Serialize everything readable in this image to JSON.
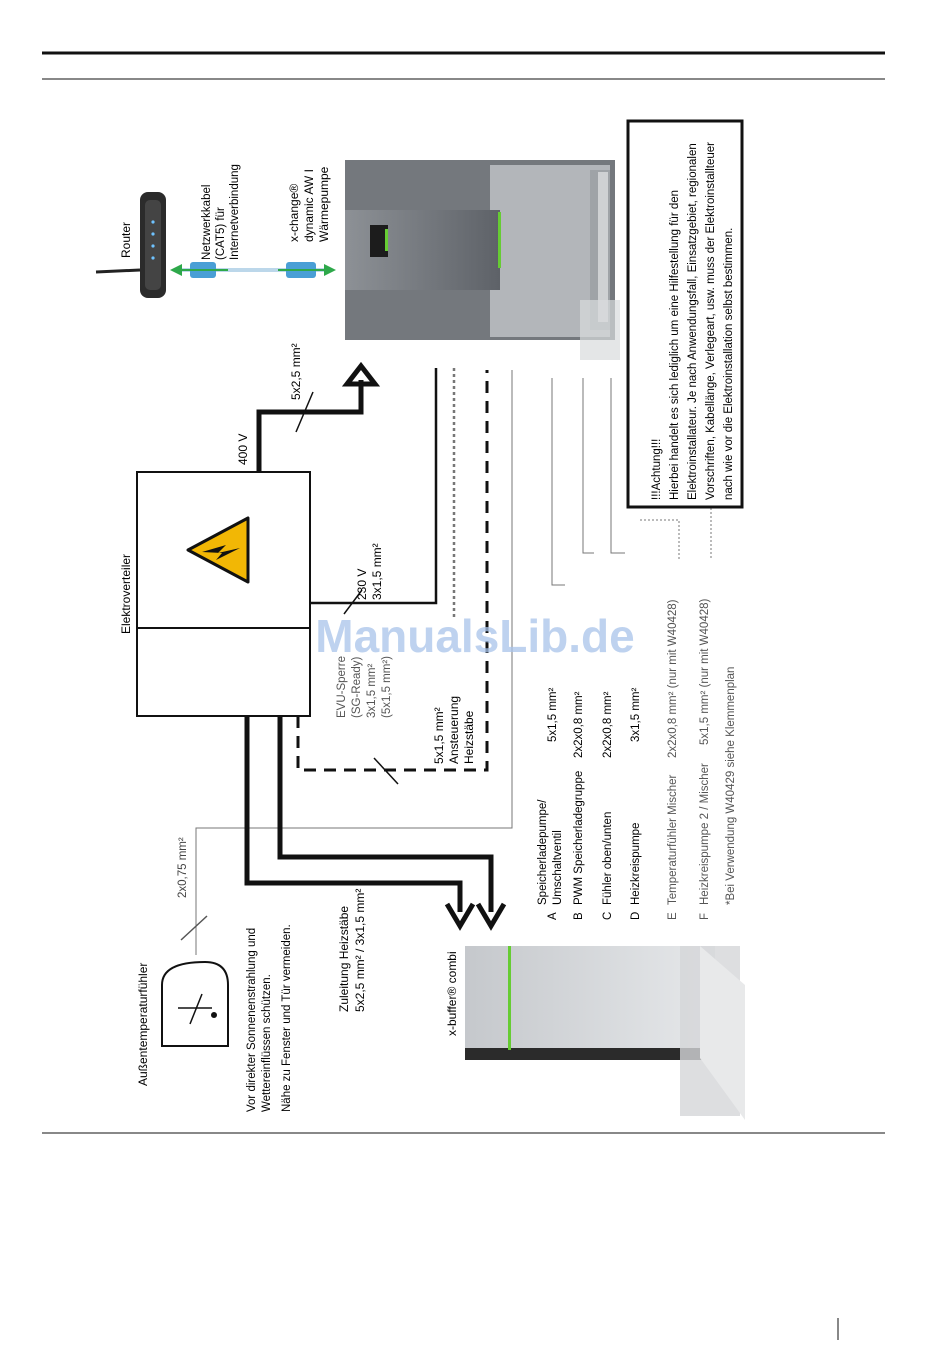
{
  "diagram": {
    "router_label": "Router",
    "network_cable": [
      "Netzwerkkabel",
      "(CAT5) für",
      "Internetverbindung"
    ],
    "heatpump_label": [
      "x-change®",
      "dynamic AW I",
      "Wärmepumpe"
    ],
    "electrical_panel_label": "Elektroverteiler",
    "voltage_400": "400 V",
    "cable_400": "5x2,5 mm²",
    "voltage_230": "230 V",
    "cable_230": "3x1,5 mm²",
    "evu_lines": [
      "EVU-Sperre",
      "(SG-Ready)",
      "3x1,5 mm²",
      "(5x1,5 mm²)"
    ],
    "heater_control": [
      "5x1,5 mm²",
      "Ansteuerung",
      "Heizstäbe"
    ],
    "outdoor_sensor_cable": "2x0,75 mm²",
    "outdoor_sensor_label": "Außentemperaturfühler",
    "outdoor_sensor_note": [
      "Vor direkter Sonnenenstrahlung und",
      "Wettereinflüssen schützen.",
      "Nähe zu Fenster und Tür vermeiden."
    ],
    "heater_supply": [
      "Zuleitung Heizstäbe",
      "5x2,5 mm² / 3x1,5 mm²"
    ],
    "buffer_label": "x-buffer® combi",
    "legend": [
      {
        "letter": "A",
        "lines": [
          "Speicherladepumpe/",
          "Umschaltventil"
        ],
        "value": "5x1,5 mm²"
      },
      {
        "letter": "B",
        "lines": [
          "PWM Speicherladegruppe"
        ],
        "value": "2x2x0,8 mm²"
      },
      {
        "letter": "C",
        "lines": [
          "Fühler oben/unten"
        ],
        "value": "2x2x0,8 mm²"
      },
      {
        "letter": "D",
        "lines": [
          "Heizkreispumpe"
        ],
        "value": "3x1,5 mm²"
      },
      {
        "letter": "E",
        "lines": [
          "Temperaturfühler Mischer"
        ],
        "value": "2x2x0,8 mm² (nur mit W40428)"
      },
      {
        "letter": "F",
        "lines": [
          "Heizkreispumpe 2 / Mischer"
        ],
        "value": "5x1,5 mm² (nur mit W40428)"
      }
    ],
    "footnote": "*Bei Verwendung W40429 siehe Klemmenplan",
    "warning_lines": [
      "!!!Achtung!!!",
      "Hierbei handelt es sich lediglich um eine Hilfestellung für den",
      "Elektroinstallateur. Je nach Anwendungsfall, Einsatzgebiet, regionalen",
      "Vorschriften, Kabellänge, Verlegeart, usw. muss der Elektroinstallteuer",
      "nach wie vor die Elektroinstallation selbst bestimmen."
    ],
    "watermark": "ManualsLib.de"
  },
  "colors": {
    "warning_yellow": "#f2b705",
    "green_accent": "#66cc33",
    "cable_blue": "#4a9fd6",
    "arrow_green": "#2ea84a",
    "watermark_blue": "#a9c4ea"
  }
}
